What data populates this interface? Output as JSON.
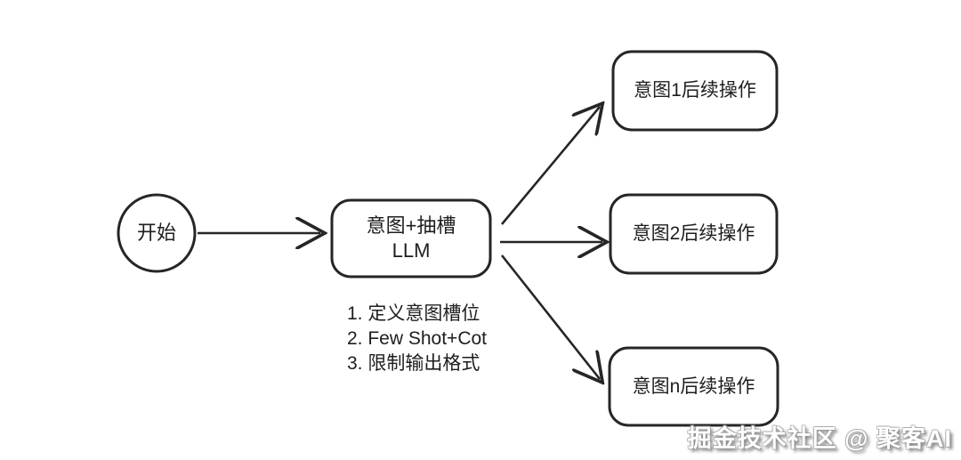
{
  "diagram": {
    "background_color": "#ffffff",
    "stroke_color": "#262626",
    "text_color": "#1e1e1e",
    "start_node": {
      "label": "开始"
    },
    "llm_node": {
      "line1": "意图+抽槽",
      "line2": "LLM"
    },
    "notes": [
      "1. 定义意图槽位",
      "2. Few Shot+Cot",
      "3. 限制输出格式"
    ],
    "branch_nodes": [
      {
        "label": "意图1后续操作"
      },
      {
        "label": "意图2后续操作"
      },
      {
        "label": "意图n后续操作"
      }
    ]
  },
  "watermark": {
    "text": "掘金技术社区 @ 聚客AI"
  }
}
